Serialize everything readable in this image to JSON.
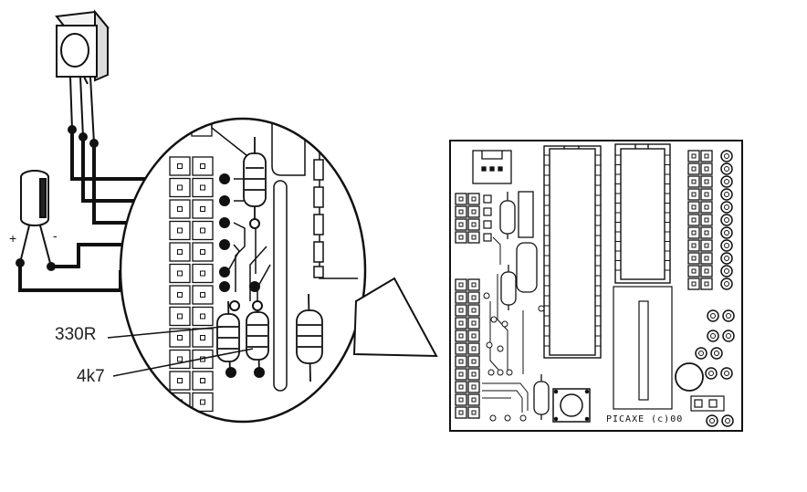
{
  "labels": {
    "resistor_330": "330R",
    "resistor_4k7": "4k7",
    "cap_plus": "+",
    "cap_minus": "-",
    "board_silkscreen": "PICAXE (c)00"
  },
  "colors": {
    "ink": "#111111",
    "paper": "#ffffff",
    "pad_fill": "#ffffff"
  },
  "icons": {
    "sensor": "ir-receiver-icon",
    "capacitor": "electrolytic-capacitor-icon",
    "pointer": "zoom-pointer-arrow-icon"
  }
}
